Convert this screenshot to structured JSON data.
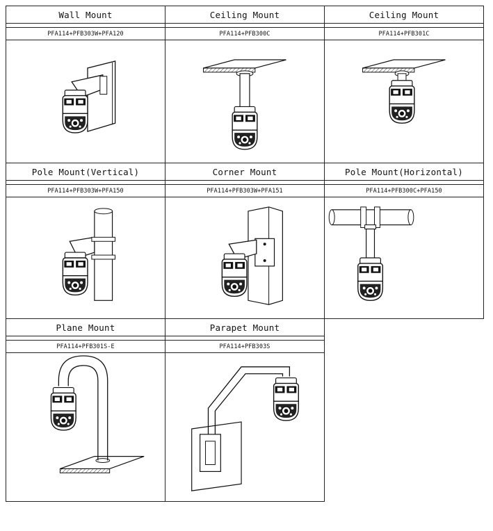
{
  "mounts": [
    {
      "title": "Wall Mount",
      "model": "PFA114+PFB303W+PFA120",
      "icon": "wall-mount-camera-icon"
    },
    {
      "title": "Ceiling Mount",
      "model": "PFA114+PFB300C",
      "icon": "ceiling-mount-camera-icon"
    },
    {
      "title": "Ceiling Mount",
      "model": "PFA114+PFB301C",
      "icon": "ceiling-mount-short-camera-icon"
    },
    {
      "title": "Pole Mount(Vertical)",
      "model": "PFA114+PFB303W+PFA150",
      "icon": "pole-mount-vertical-camera-icon"
    },
    {
      "title": "Corner Mount",
      "model": "PFA114+PFB303W+PFA151",
      "icon": "corner-mount-camera-icon"
    },
    {
      "title": "Pole Mount(Horizontal)",
      "model": "PFA114+PFB300C+PFA150",
      "icon": "pole-mount-horizontal-camera-icon"
    },
    {
      "title": "Plane Mount",
      "model": "PFA114+PFB301S-E",
      "icon": "plane-mount-camera-icon"
    },
    {
      "title": "Parapet Mount",
      "model": "PFA114+PFB303S",
      "icon": "parapet-mount-camera-icon"
    }
  ]
}
